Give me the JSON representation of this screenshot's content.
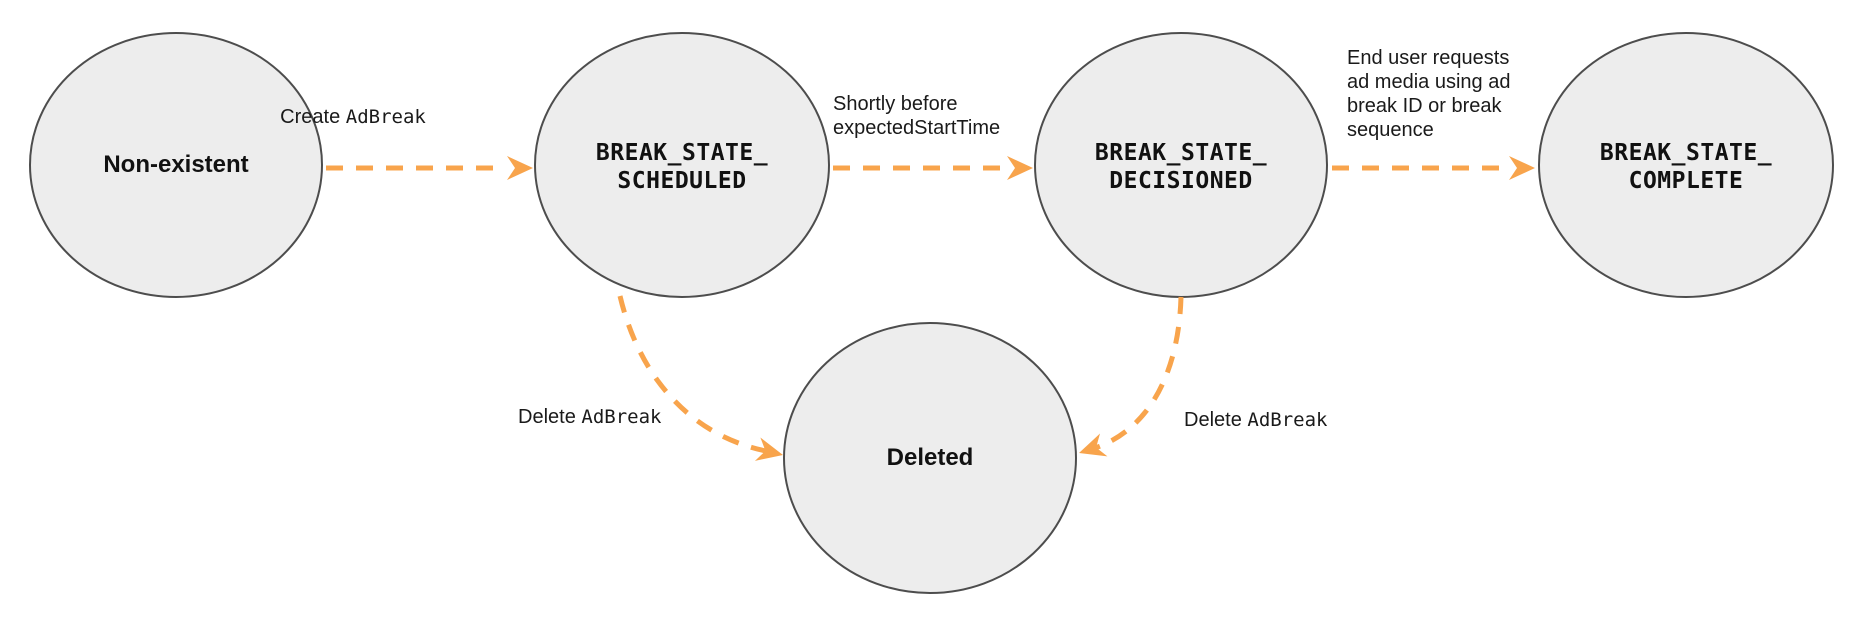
{
  "colors": {
    "arrow": "#F8A44C",
    "node-fill": "#EDEDED",
    "node-border": "#4D4D4D",
    "text": "#1A1A1A"
  },
  "nodes": {
    "non_existent": {
      "label": "Non-existent"
    },
    "scheduled": {
      "line1": "BREAK_STATE_",
      "line2": "SCHEDULED"
    },
    "decisioned": {
      "line1": "BREAK_STATE_",
      "line2": "DECISIONED"
    },
    "complete": {
      "line1": "BREAK_STATE_",
      "line2": "COMPLETE"
    },
    "deleted": {
      "label": "Deleted"
    }
  },
  "edges": {
    "create": {
      "plain": "Create",
      "code": "AdBreak"
    },
    "shortly_before": {
      "line1": "Shortly before",
      "line2_code": "expectedStartTime"
    },
    "end_user": {
      "line1": "End user requests",
      "line2": "ad media using ad",
      "line3": "break ID or break",
      "line4": "sequence"
    },
    "delete_left": {
      "plain": "Delete",
      "code": "AdBreak"
    },
    "delete_right": {
      "plain": "Delete",
      "code": "AdBreak"
    }
  }
}
